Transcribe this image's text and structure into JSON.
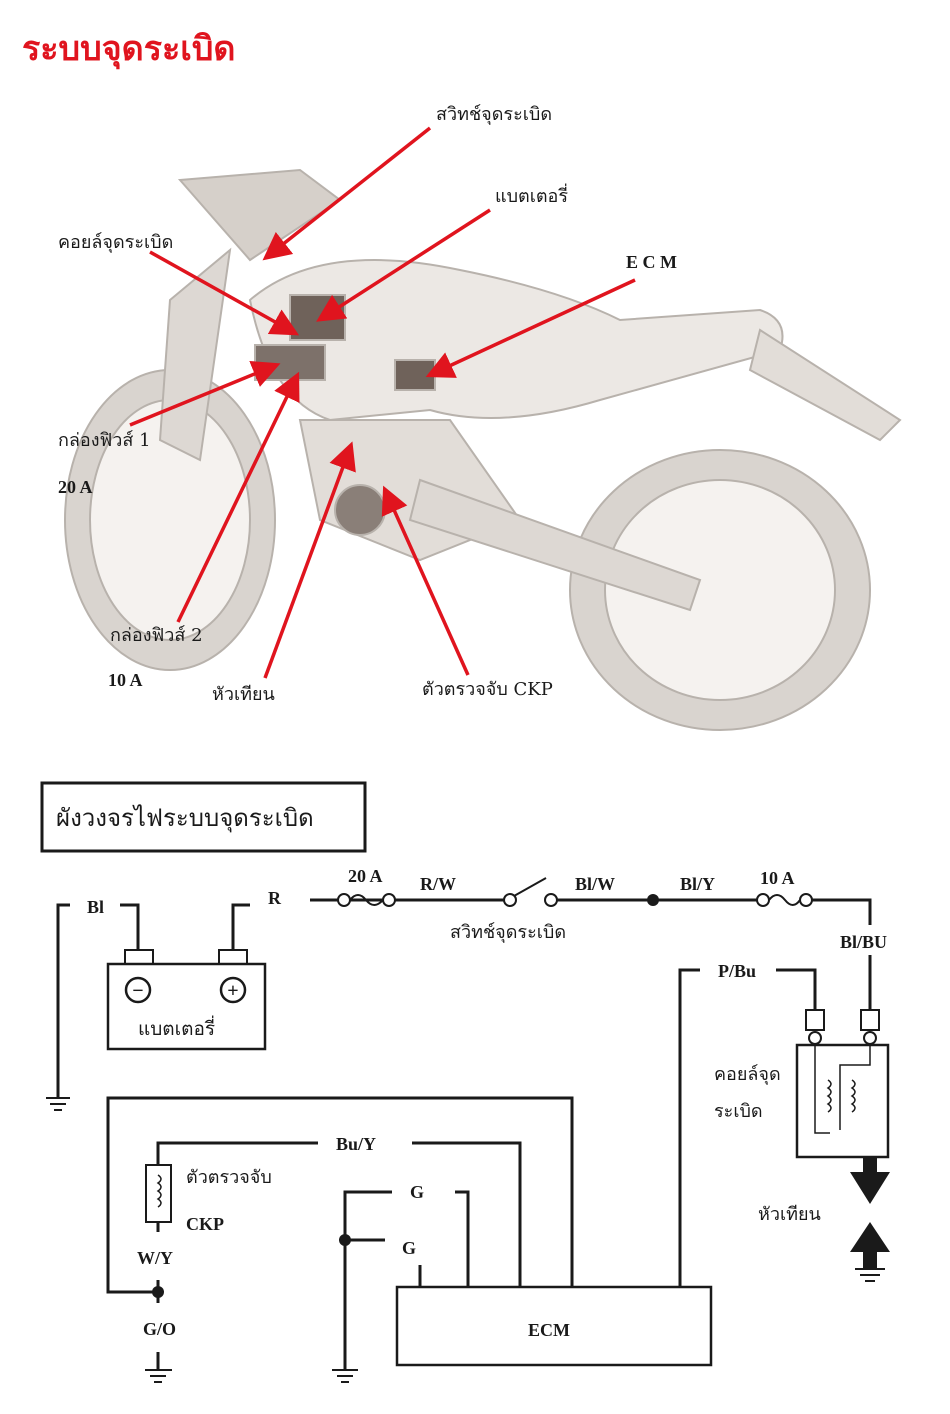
{
  "title": "ระบบจุดระเบิด",
  "colors": {
    "title": "#e0141e",
    "arrow": "#e0141e",
    "line": "#1a1a1a",
    "bike": "#d9d4cf"
  },
  "callouts": {
    "ignition_switch": "สวิทช์จุดระเบิด",
    "battery": "แบตเตอรี่",
    "ecm": "E C M",
    "ignition_coil": "คอยล์จุดระเบิด",
    "fuse_box_1": "กล่องฟิวส์ 1",
    "fuse_box_1_rating": "20 A",
    "fuse_box_2": "กล่องฟิวส์ 2",
    "fuse_box_2_rating": "10 A",
    "spark_plug": "หัวเทียน",
    "ckp_sensor": "ตัวตรวจจับ CKP"
  },
  "diagram": {
    "title": "ผังวงจรไฟระบบจุดระเบิด",
    "wires": {
      "bl": "Bl",
      "r": "R",
      "fuse_20": "20 A",
      "rw": "R/W",
      "blw": "Bl/W",
      "bly": "Bl/Y",
      "fuse_10": "10 A",
      "blbu": "Bl/BU",
      "pbu": "P/Bu",
      "buy": "Bu/Y",
      "g1": "G",
      "g2": "G",
      "wy": "W/Y",
      "go": "G/O"
    },
    "switch_label": "สวิทช์จุดระเบิด",
    "battery_label": "แบตเตอรี่",
    "battery_minus": "−",
    "battery_plus": "+",
    "coil_label_1": "คอยล์จุด",
    "coil_label_2": "ระเบิด",
    "spark_plug_label": "หัวเทียน",
    "ckp_label_1": "ตัวตรวจจับ",
    "ckp_label_2": "CKP",
    "ecm_label": "ECM"
  }
}
